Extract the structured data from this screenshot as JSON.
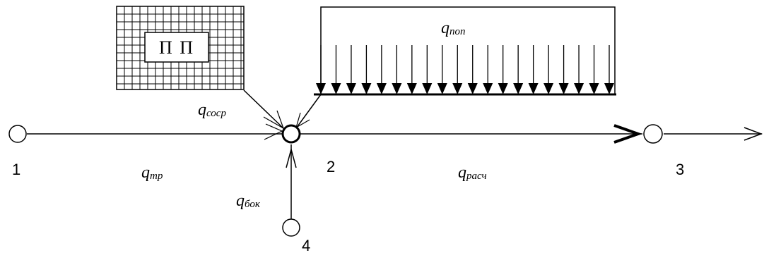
{
  "nodes": {
    "n1": "1",
    "n2": "2",
    "n3": "3",
    "n4": "4"
  },
  "labels": {
    "q_tr": {
      "main": "q",
      "sub": "тр"
    },
    "q_raschet": {
      "main": "q",
      "sub": "расч"
    },
    "q_sosr": {
      "main": "q",
      "sub": "соср"
    },
    "q_pop": {
      "main": "q",
      "sub": "поп"
    },
    "q_bok": {
      "main": "q",
      "sub": "бок"
    }
  },
  "building": {
    "label": "П П"
  },
  "colors": {
    "stroke": "#000000",
    "background": "#ffffff"
  }
}
